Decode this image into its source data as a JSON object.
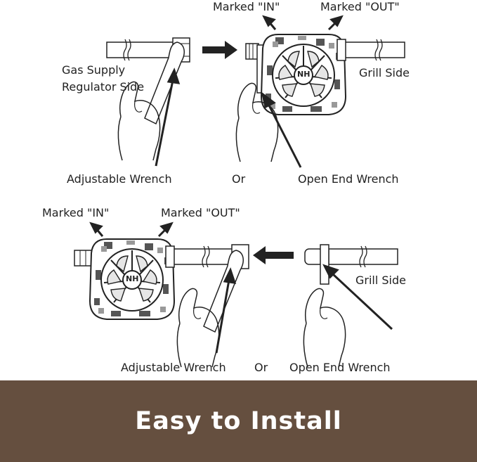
{
  "top_section": {
    "label_in": "Marked \"IN\"",
    "label_out": "Marked \"OUT\"",
    "label_supply_line1": "Gas Supply",
    "label_supply_line2": "Regulator Side",
    "label_grill": "Grill Side",
    "label_adjustable": "Adjustable Wrench",
    "label_or": "Or",
    "label_open_end": "Open End Wrench"
  },
  "bottom_section": {
    "label_in": "Marked \"IN\"",
    "label_out": "Marked \"OUT\"",
    "label_grill": "Grill Side",
    "label_adjustable": "Adjustable Wrench",
    "label_or": "Or",
    "label_open_end": "Open End Wrench"
  },
  "regulator_logo": "NH",
  "banner": {
    "text": "Easy to Install"
  },
  "colors": {
    "banner_bg": "#654f3f",
    "banner_text": "#ffffff",
    "line": "#222222"
  },
  "icons": [
    "gas-hose-icon",
    "regulator-icon",
    "adjustable-wrench-icon",
    "open-end-wrench-icon",
    "hand-icon",
    "arrow-icon"
  ]
}
